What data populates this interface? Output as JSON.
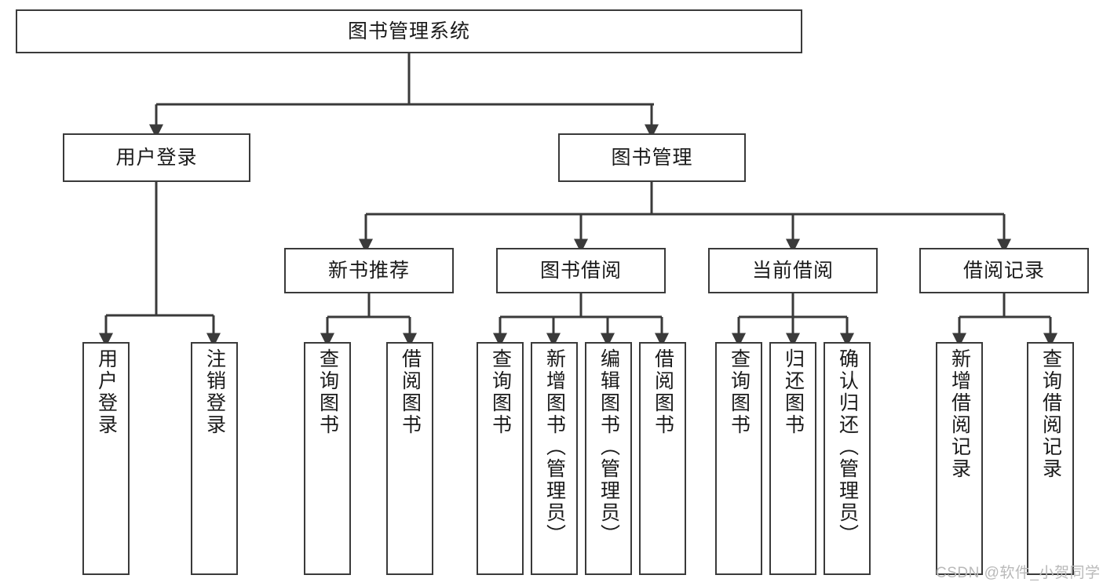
{
  "diagram": {
    "title": "图书管理系统",
    "type": "tree-hierarchy",
    "watermark": "CSDN @软件_小贺同学",
    "colors": {
      "stroke": "#3a3a3a",
      "box_fill": "#ffffff",
      "text": "#1a1a1a",
      "watermark": "#b9b9b9",
      "background": "#ffffff"
    },
    "nodes": {
      "root": {
        "label": "图书管理系统"
      },
      "level2": [
        {
          "id": "user-login",
          "label": "用户登录"
        },
        {
          "id": "book-manage",
          "label": "图书管理"
        }
      ],
      "level3": [
        {
          "id": "new-book-rec",
          "label": "新书推荐"
        },
        {
          "id": "book-borrow",
          "label": "图书借阅"
        },
        {
          "id": "current-borrow",
          "label": "当前借阅"
        },
        {
          "id": "borrow-record",
          "label": "借阅记录"
        }
      ],
      "leaves": {
        "user-login": [
          {
            "id": "leaf-user-login",
            "label": "用户登录"
          },
          {
            "id": "leaf-logout",
            "label": "注销登录"
          }
        ],
        "new-book-rec": [
          {
            "id": "leaf-query-book-1",
            "label": "查询图书"
          },
          {
            "id": "leaf-borrow-book-1",
            "label": "借阅图书"
          }
        ],
        "book-borrow": [
          {
            "id": "leaf-query-book-2",
            "label": "查询图书"
          },
          {
            "id": "leaf-add-book",
            "label": "新增图书（管理员）"
          },
          {
            "id": "leaf-edit-book",
            "label": "编辑图书（管理员）"
          },
          {
            "id": "leaf-borrow-book-2",
            "label": "借阅图书"
          }
        ],
        "current-borrow": [
          {
            "id": "leaf-query-book-3",
            "label": "查询图书"
          },
          {
            "id": "leaf-return-book",
            "label": "归还图书"
          },
          {
            "id": "leaf-confirm-return",
            "label": "确认归还（管理员）"
          }
        ],
        "borrow-record": [
          {
            "id": "leaf-add-record",
            "label": "新增借阅记录"
          },
          {
            "id": "leaf-query-record",
            "label": "查询借阅记录"
          }
        ]
      }
    }
  }
}
